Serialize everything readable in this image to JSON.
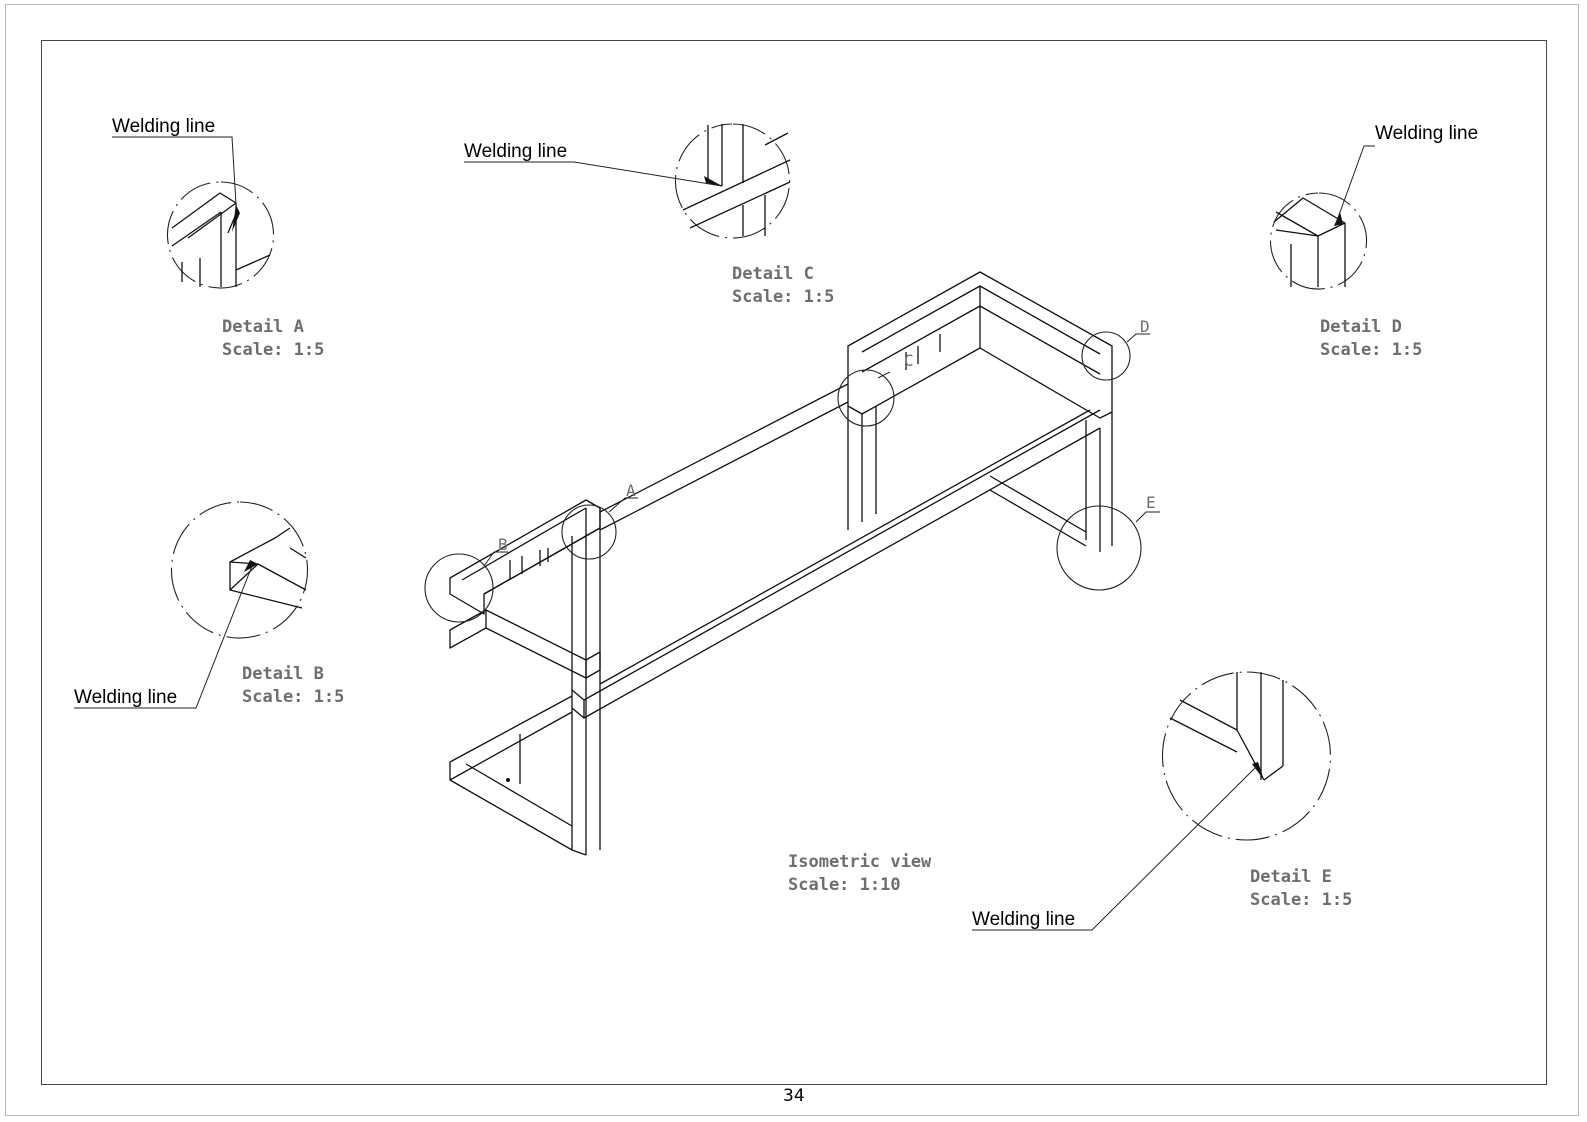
{
  "sheet": {
    "page_number": "34"
  },
  "labels": {
    "welding_line": "Welding line"
  },
  "details": {
    "a": {
      "title": "Detail A",
      "scale": "Scale:  1:5"
    },
    "b": {
      "title": "Detail B",
      "scale": "Scale:  1:5"
    },
    "c": {
      "title": "Detail C",
      "scale": "Scale:  1:5"
    },
    "d": {
      "title": "Detail D",
      "scale": "Scale:  1:5"
    },
    "e": {
      "title": "Detail E",
      "scale": "Scale:  1:5"
    }
  },
  "main_view": {
    "title": "Isometric view",
    "scale": "Scale:  1:10"
  },
  "callouts": [
    "A",
    "B",
    "C",
    "D",
    "E"
  ]
}
